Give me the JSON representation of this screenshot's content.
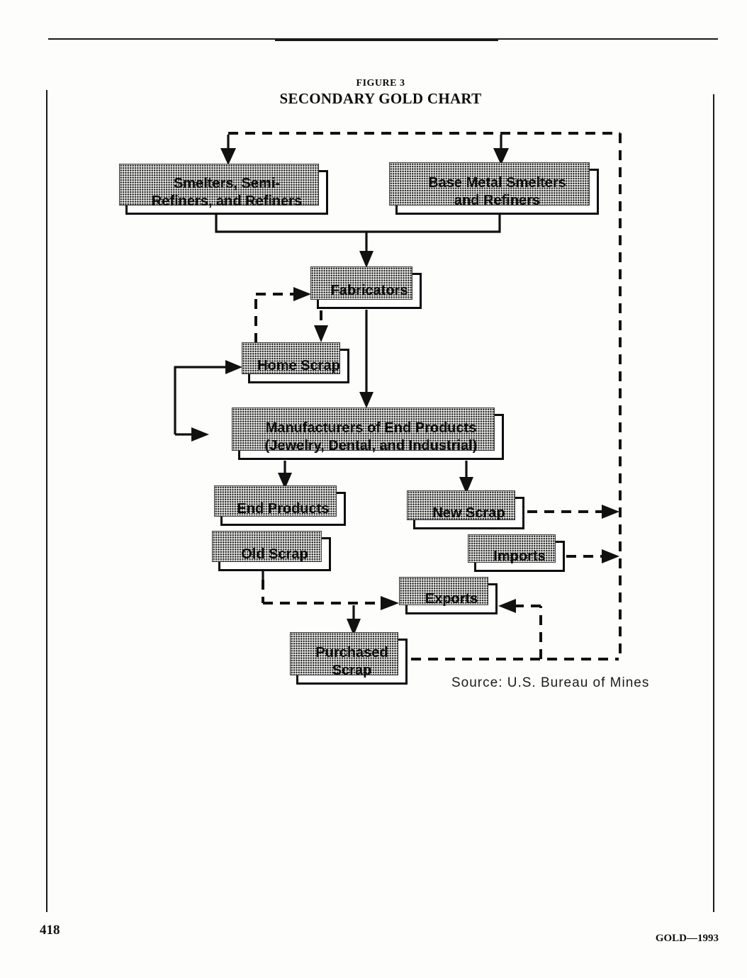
{
  "page": {
    "figure_label": "FIGURE 3",
    "title": "SECONDARY GOLD CHART",
    "source_note": "Source: U.S. Bureau of Mines",
    "page_number": "418",
    "running_footer": "GOLD—1993"
  },
  "diagram": {
    "nodes": {
      "smelters": {
        "line1": "Smelters, Semi-",
        "line2": "Refiners, and Refiners"
      },
      "base_metal": {
        "line1": "Base Metal Smelters",
        "line2": "and Refiners"
      },
      "fabricators": {
        "line1": "Fabricators"
      },
      "home_scrap": {
        "line1": "Home Scrap"
      },
      "manufacturers": {
        "line1": "Manufacturers of End Products",
        "line2": "(Jewelry, Dental, and Industrial)"
      },
      "end_products": {
        "line1": "End Products"
      },
      "new_scrap": {
        "line1": "New Scrap"
      },
      "old_scrap": {
        "line1": "Old Scrap"
      },
      "imports": {
        "line1": "Imports"
      },
      "exports": {
        "line1": "Exports"
      },
      "purchased_scrap": {
        "line1": "Purchased",
        "line2": "Scrap"
      }
    },
    "edges": [
      {
        "from": "recycle-loop",
        "to": "smelters",
        "style": "dashed-arrow"
      },
      {
        "from": "recycle-loop",
        "to": "base_metal",
        "style": "dashed-arrow"
      },
      {
        "from": "smelters",
        "to": "fabricators",
        "style": "solid-arrow"
      },
      {
        "from": "base_metal",
        "to": "fabricators",
        "style": "solid-arrow"
      },
      {
        "from": "home_scrap",
        "to": "fabricators",
        "style": "dashed-arrow"
      },
      {
        "from": "fabricators",
        "to": "home_scrap",
        "style": "dashed-arrow"
      },
      {
        "from": "fabricators",
        "to": "manufacturers",
        "style": "solid-arrow"
      },
      {
        "from": "left-return",
        "to": "home_scrap",
        "style": "solid-arrow"
      },
      {
        "from": "left-return",
        "to": "manufacturers",
        "style": "solid-arrow"
      },
      {
        "from": "manufacturers",
        "to": "end_products",
        "style": "solid-arrow"
      },
      {
        "from": "manufacturers",
        "to": "new_scrap",
        "style": "solid-arrow"
      },
      {
        "from": "new_scrap",
        "to": "exports",
        "style": "dashed-arrow"
      },
      {
        "from": "new_scrap",
        "to": "recycle-loop",
        "style": "dashed-arrow"
      },
      {
        "from": "imports",
        "to": "recycle-loop",
        "style": "dashed-arrow"
      },
      {
        "from": "old_scrap",
        "to": "exports",
        "style": "dashed-arrow"
      },
      {
        "from": "old_scrap",
        "to": "purchased_scrap",
        "style": "dashed-arrow"
      },
      {
        "from": "recycle-loop",
        "to": "exports",
        "style": "dashed-arrow"
      },
      {
        "from": "purchased_scrap",
        "to": "recycle-loop",
        "style": "dashed"
      }
    ],
    "colors": {
      "ink": "#111111",
      "paper": "#fdfdfb",
      "shadow_fill": "#efefec"
    }
  }
}
